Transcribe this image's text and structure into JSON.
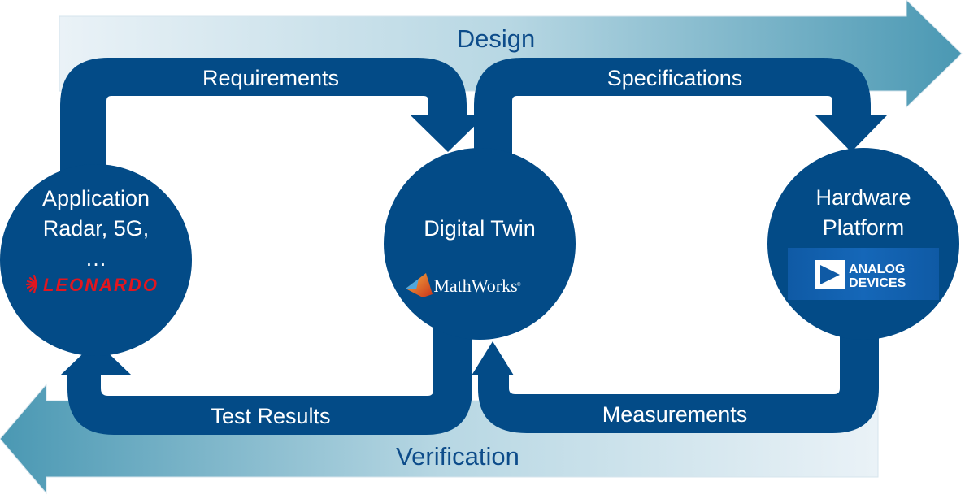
{
  "phases": {
    "design": "Design",
    "verification": "Verification"
  },
  "flows": {
    "requirements": "Requirements",
    "specifications": "Specifications",
    "test_results": "Test Results",
    "measurements": "Measurements"
  },
  "nodes": {
    "application": {
      "lines": [
        "Application",
        "Radar, 5G,",
        "…"
      ],
      "logo": "LEONARDO"
    },
    "digital_twin": {
      "lines": [
        "Digital Twin"
      ],
      "logo": "MathWorks"
    },
    "hardware": {
      "lines": [
        "Hardware",
        "Platform"
      ],
      "logo_line1": "ANALOG",
      "logo_line2": "DEVICES"
    }
  },
  "colors": {
    "loop_blue": "#034b87",
    "phase_text": "#0d4c8a",
    "arrow_light": "#e8f1f6",
    "arrow_dark": "#4a98b3",
    "leonardo_red": "#e2161f"
  }
}
